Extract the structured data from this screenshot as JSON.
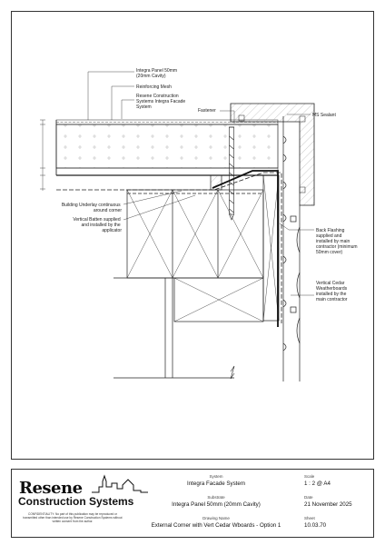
{
  "annotations": {
    "panel": [
      "Integra Panel 50mm",
      "(20mm Cavity)"
    ],
    "mesh": [
      "Reinforcing Mesh"
    ],
    "system": [
      "Resene Construction",
      "Systems Integra Facade",
      "System"
    ],
    "fastener": [
      "Fastener"
    ],
    "sealant": [
      "MS Sealant"
    ],
    "underlay": [
      "Building Underlay continuous",
      "around corner"
    ],
    "batten": [
      "Vertical Batten supplied",
      "and installed by the",
      "applicator"
    ],
    "flashing": [
      "Back Flashing",
      "supplied and",
      "installed by main",
      "contractor (minimum",
      "50mm cover)"
    ],
    "cedar": [
      "Vertical Cedar",
      "Weatherboards",
      "installed by the",
      "main contractor"
    ]
  },
  "title_block": {
    "logo": {
      "word": "Resene",
      "sub": "Construction Systems",
      "confidential": "CONFIDENTIALITY: No part of this publication may be reproduced or transmitted other than intended use by Resene Construction Systems without written consent from the author."
    },
    "system": {
      "label": "System",
      "value": "Integra Facade System"
    },
    "substrate": {
      "label": "Substrate",
      "value": "Integra Panel 50mm (20mm Cavity)"
    },
    "drawing_name": {
      "label": "Drawing Name",
      "value": "External Corner with Vert Cedar Wboards - Option 1"
    },
    "scale": {
      "label": "Scale",
      "value": "1 : 2 @ A4"
    },
    "date": {
      "label": "Date",
      "value": "21 November 2025"
    },
    "sheet": {
      "label": "Sheet",
      "value": "10.03.70"
    }
  },
  "colors": {
    "line": "#222222",
    "panel_hatch": "#bbbbbb",
    "flashing": "#111111"
  }
}
